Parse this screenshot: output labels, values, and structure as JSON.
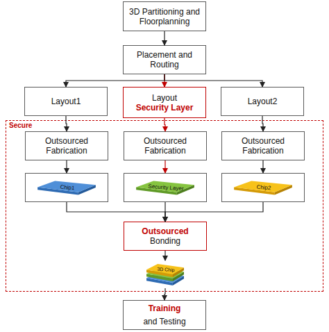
{
  "diagram": {
    "nodes": [
      {
        "text": [
          "3D Partitioning and Floorplanning"
        ]
      },
      {
        "text": [
          "Placement and Routing"
        ]
      },
      {
        "text": [
          "Layout1"
        ]
      },
      {
        "text": [
          "Layout",
          "Security Layer"
        ]
      },
      {
        "text": [
          "Layout2"
        ]
      },
      {
        "text": [
          "Secure"
        ]
      },
      {
        "text": [
          "Outsourced Fabrication"
        ],
        "in": 5
      },
      {
        "text": [
          "Outsourced Fabrication"
        ],
        "in": 5
      },
      {
        "text": [
          "Outsourced Fabrication"
        ],
        "in": 5
      },
      {
        "text": [
          "Chip1"
        ],
        "in": 5
      },
      {
        "text": [
          "Security Layer"
        ],
        "in": 5
      },
      {
        "text": [
          "Chip2"
        ],
        "in": 5
      },
      {
        "text": [
          "Outsourced",
          "Bonding"
        ],
        "in": 5
      },
      {
        "text": [
          "3D Chip"
        ],
        "in": 5
      },
      {
        "text": [
          "Training",
          "and Testing"
        ]
      }
    ],
    "edges": [
      {
        "from": 0,
        "to": 1,
        "arrow": "to"
      },
      {
        "from": 1,
        "to": 2,
        "arrow": "to"
      },
      {
        "from": 1,
        "to": 3,
        "arrow": "to"
      },
      {
        "from": 1,
        "to": 4,
        "arrow": "to"
      },
      {
        "from": 2,
        "to": 6,
        "arrow": "to"
      },
      {
        "from": 3,
        "to": 7,
        "arrow": "to"
      },
      {
        "from": 4,
        "to": 8,
        "arrow": "to"
      },
      {
        "from": 6,
        "to": 9,
        "arrow": "to"
      },
      {
        "from": 7,
        "to": 10,
        "arrow": "to"
      },
      {
        "from": 8,
        "to": 11,
        "arrow": "to"
      },
      {
        "from": 9,
        "to": 12,
        "arrow": "to"
      },
      {
        "from": 10,
        "to": 12,
        "arrow": "to"
      },
      {
        "from": 11,
        "to": 12,
        "arrow": "to"
      },
      {
        "from": 12,
        "to": 13,
        "arrow": "to"
      },
      {
        "from": 13,
        "to": 14,
        "arrow": "to"
      }
    ]
  }
}
